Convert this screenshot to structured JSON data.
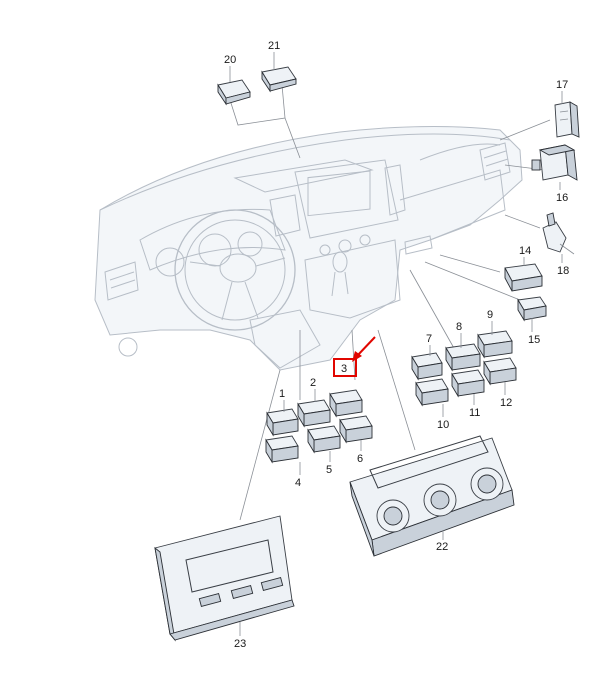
{
  "colors": {
    "highlight": "#e10600",
    "outline": "#3a3f46",
    "dashboard_line": "#b7bec7",
    "part_fill": "#eef2f6"
  },
  "callouts": {
    "c1": "1",
    "c2": "2",
    "c3": "3",
    "c4": "4",
    "c5": "5",
    "c6": "6",
    "c7": "7",
    "c8": "8",
    "c9": "9",
    "c10": "10",
    "c11": "11",
    "c12": "12",
    "c14": "14",
    "c15": "15",
    "c16": "16",
    "c17": "17",
    "c18": "18",
    "c20": "20",
    "c21": "21",
    "c22": "22",
    "c23": "23"
  },
  "highlighted_part": "3"
}
